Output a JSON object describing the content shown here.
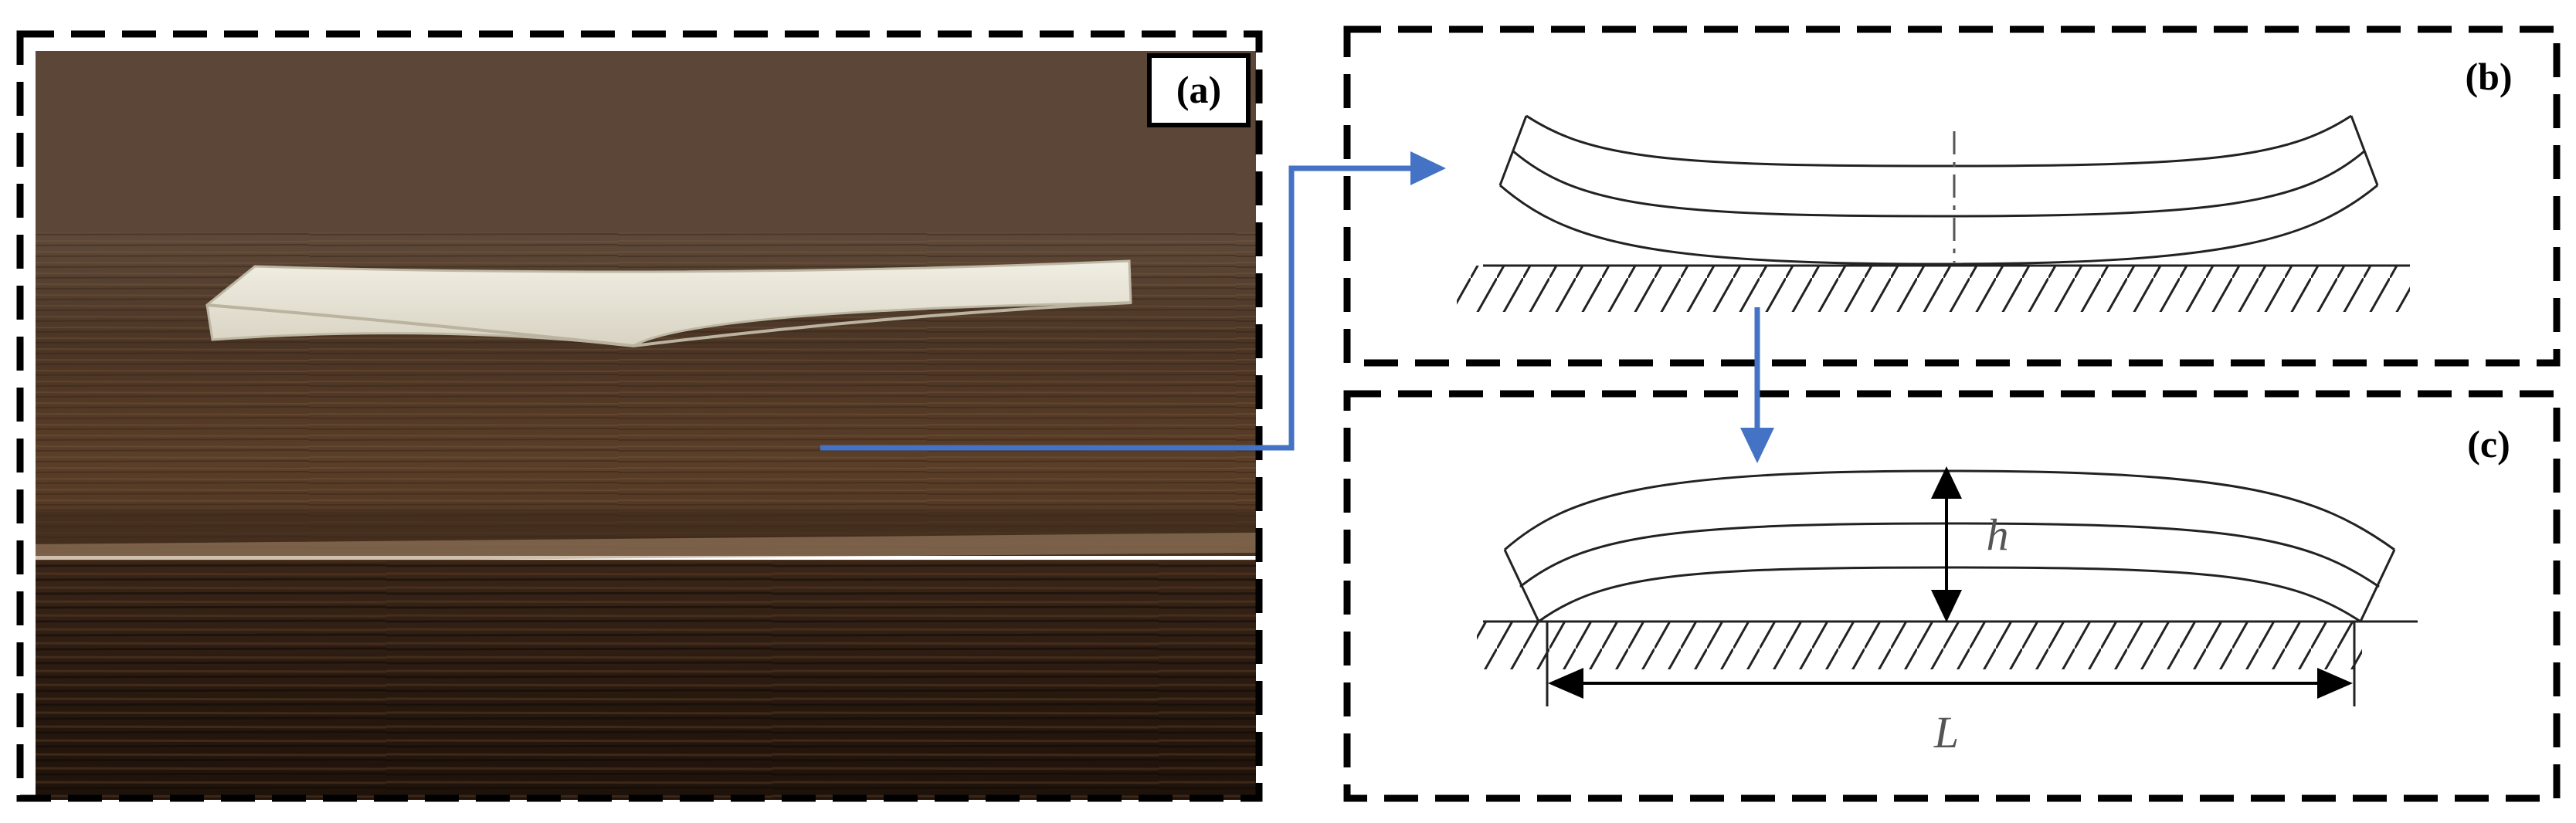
{
  "panels": {
    "a": {
      "label": "(a)"
    },
    "b": {
      "label": "(b)"
    },
    "c": {
      "label": "(c)",
      "height_symbol": "h",
      "length_symbol": "L"
    }
  },
  "colors": {
    "connector_arrow": "#4472C4",
    "frame": "#000000",
    "drawing": "#222222",
    "wood_dark": "#2a1a10",
    "wood_light": "#6b4a30",
    "strip": "#ece9dc"
  }
}
